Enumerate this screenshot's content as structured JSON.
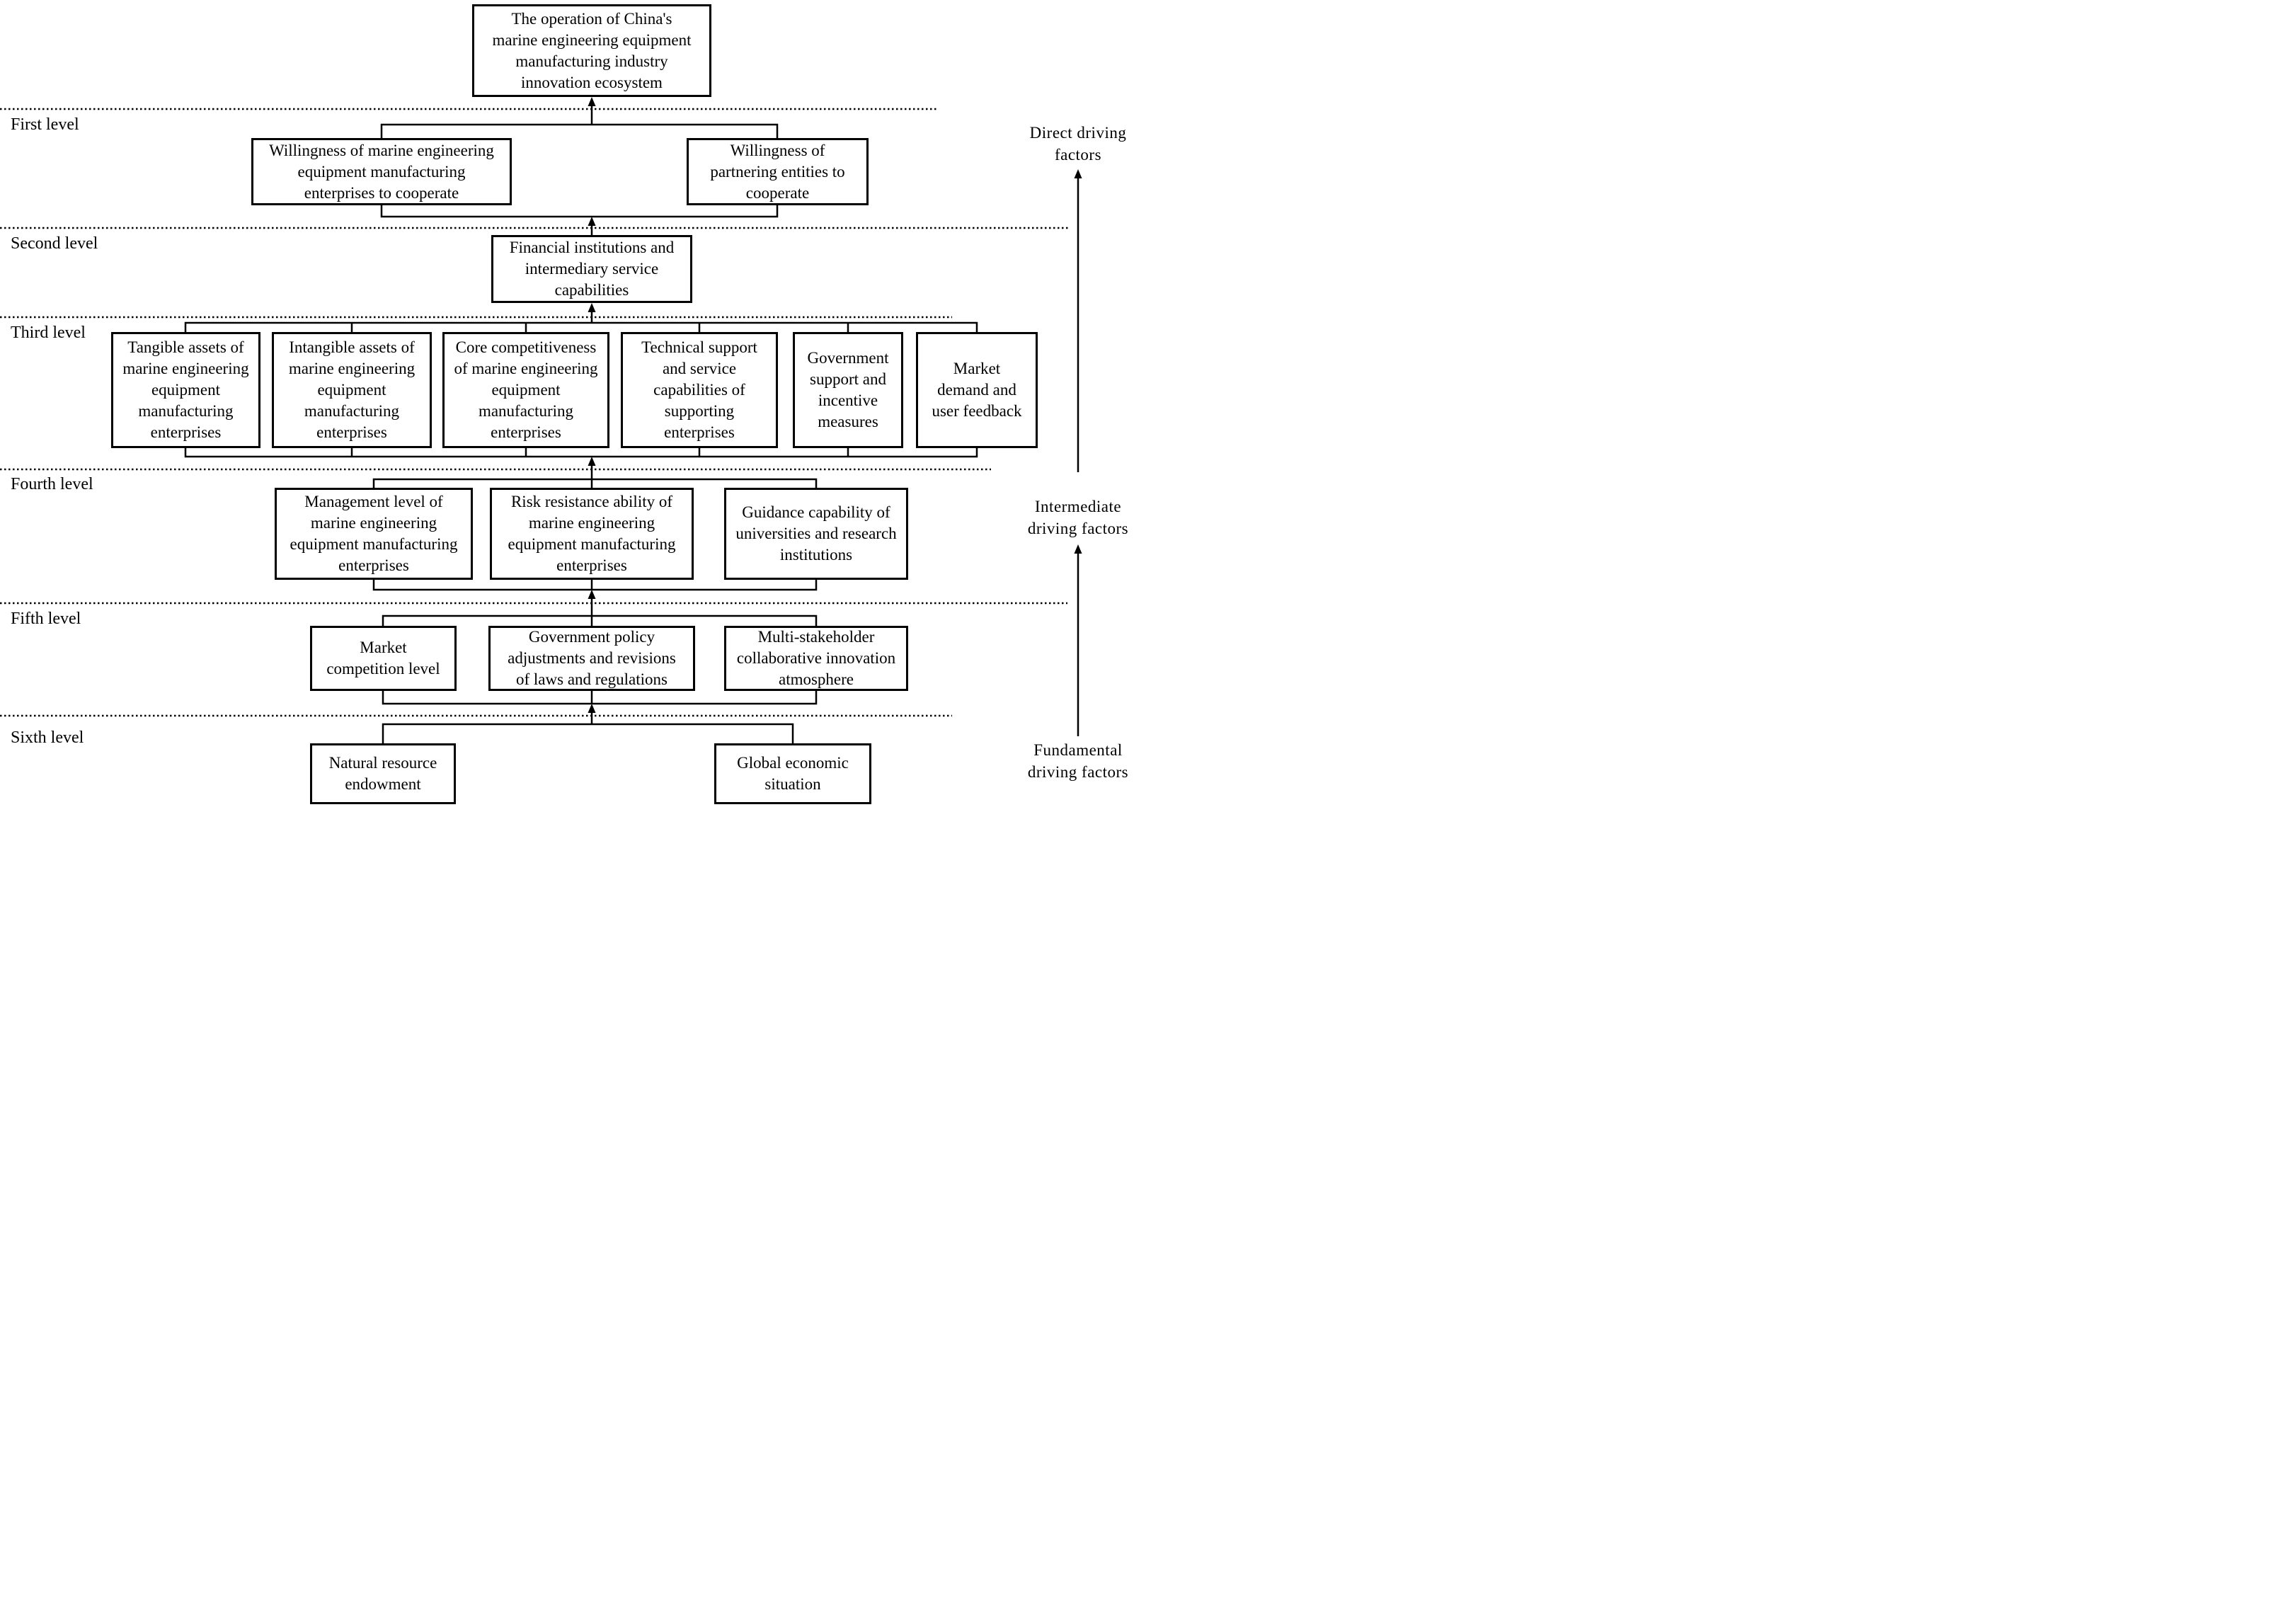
{
  "diagram": {
    "root": "The operation of China's\nmarine engineering equipment\nmanufacturing industry\ninnovation ecosystem",
    "levels": [
      {
        "label": "First level",
        "boxes": [
          {
            "text": "Willingness of marine engineering\nequipment manufacturing\nenterprises to cooperate"
          },
          {
            "text": "Willingness of\npartnering entities to\ncooperate"
          }
        ]
      },
      {
        "label": "Second level",
        "boxes": [
          {
            "text": "Financial institutions and\nintermediary service\ncapabilities"
          }
        ]
      },
      {
        "label": "Third level",
        "boxes": [
          {
            "text": "Tangible assets of\nmarine engineering\nequipment\nmanufacturing\nenterprises"
          },
          {
            "text": "Intangible assets of\nmarine engineering\nequipment\nmanufacturing\nenterprises"
          },
          {
            "text": "Core competitiveness\nof marine engineering\nequipment\nmanufacturing\nenterprises"
          },
          {
            "text": "Technical support\nand service\ncapabilities of\nsupporting\nenterprises"
          },
          {
            "text": "Government\nsupport and\nincentive\nmeasures"
          },
          {
            "text": "Market\ndemand and\nuser feedback"
          }
        ]
      },
      {
        "label": "Fourth level",
        "boxes": [
          {
            "text": "Management level of\nmarine engineering\nequipment manufacturing\nenterprises"
          },
          {
            "text": "Risk resistance ability of\nmarine engineering\nequipment manufacturing\nenterprises"
          },
          {
            "text": "Guidance capability of\nuniversities and research\ninstitutions"
          }
        ]
      },
      {
        "label": "Fifth level",
        "boxes": [
          {
            "text": "Market\ncompetition level"
          },
          {
            "text": "Government policy\nadjustments and revisions\nof laws and regulations"
          },
          {
            "text": "Multi-stakeholder\ncollaborative innovation\natmosphere"
          }
        ]
      },
      {
        "label": "Sixth level",
        "boxes": [
          {
            "text": "Natural resource\nendowment"
          },
          {
            "text": "Global economic\nsituation"
          }
        ]
      }
    ],
    "side_labels": [
      {
        "text": "Direct driving\nfactors"
      },
      {
        "text": "Intermediate\ndriving factors"
      },
      {
        "text": "Fundamental\ndriving factors"
      }
    ],
    "colors": {
      "line": "#000000",
      "background": "#ffffff",
      "text": "#000000"
    }
  }
}
